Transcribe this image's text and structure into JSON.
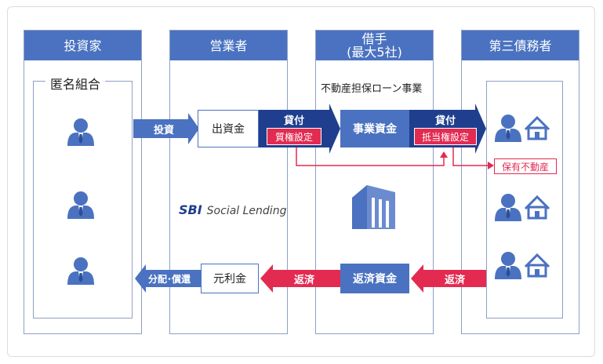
{
  "columns": {
    "investor": "投資家",
    "operator": "営業者",
    "borrower": "借手\n(最大5社)",
    "third_party": "第三債務者"
  },
  "anonymous_group": "匿名組合",
  "business_label": "不動産担保ローン事業",
  "flow": {
    "invest": "投資",
    "capital": "出資金",
    "loan1": "貸付",
    "pledge": "質権設定",
    "business_fund": "事業資金",
    "loan2": "貸付",
    "mortgage": "抵当権設定",
    "owned_property": "保有不動産",
    "repayment1": "返済",
    "repayment_fund": "返済資金",
    "repayment2": "返済",
    "principal_interest": "元利金",
    "distribution": "分配･償還"
  },
  "logo": {
    "brand": "SBI",
    "service": "Social Lending"
  },
  "colors": {
    "primary_blue": "#4a72c0",
    "accent_red": "#e32b52",
    "border_blue": "#8f9fc5"
  },
  "icons": [
    "person-icon",
    "house-icon",
    "building-icon"
  ]
}
